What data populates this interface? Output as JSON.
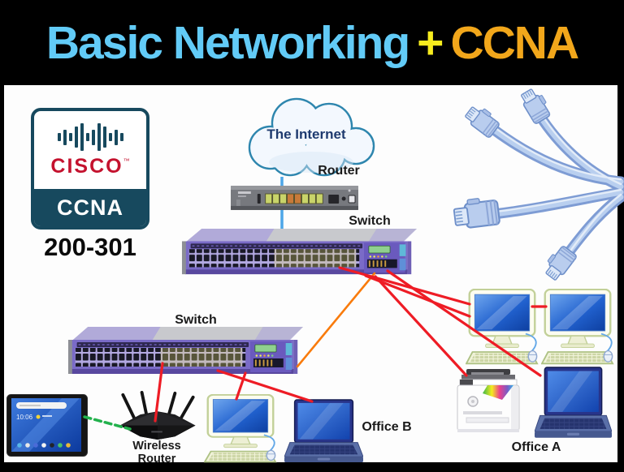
{
  "banner": {
    "title_blue": "Basic Networking",
    "title_plus": "+",
    "title_gold": "CCNA",
    "colors": {
      "bg": "#000000",
      "blue": "#62CBF7",
      "yellow": "#F7EC1E",
      "gold": "#F2A71B"
    }
  },
  "badge": {
    "brand": "CISCO",
    "trademark": "™",
    "cert": "CCNA",
    "exam_code": "200-301",
    "colors": {
      "teal": "#17495E",
      "red": "#C4122E"
    }
  },
  "diagram": {
    "internet_label": "The Internet",
    "router_label": "Router",
    "switch1_label": "Switch",
    "switch2_label": "Switch",
    "wireless_router_label": "Wireless Router",
    "office_a_label": "Office A",
    "office_b_label": "Office B",
    "tablet_time": "10:06",
    "colors": {
      "ethernet_red": "#EE1C25",
      "uplink_orange": "#F97B0C",
      "wifi_green": "#22B14C",
      "internet_blue": "#4DA6E8",
      "switch_purple": "#7A6BC7",
      "cable_blue": "#7E9CD4"
    }
  }
}
